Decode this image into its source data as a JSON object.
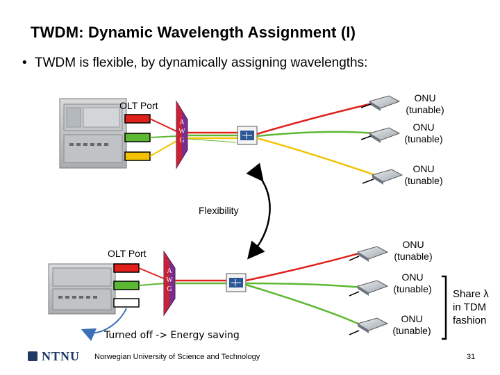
{
  "title": "TWDM: Dynamic Wavelength Assignment (I)",
  "bullet": "TWDM is flexible, by dynamically assigning wavelengths:",
  "top": {
    "olt_label": "OLT Port",
    "awg_letters": [
      "A",
      "W",
      "G"
    ],
    "onu_labels": [
      [
        "ONU",
        "(tunable)"
      ],
      [
        "ONU",
        "(tunable)"
      ],
      [
        "ONU",
        "(tunable)"
      ]
    ]
  },
  "flexibility_label": "Flexibility",
  "bottom": {
    "olt_label": "OLT Port",
    "awg_letters": [
      "A",
      "W",
      "G"
    ],
    "onu_labels": [
      [
        "ONU",
        "(tunable)"
      ],
      [
        "ONU",
        "(tunable)"
      ],
      [
        "ONU",
        "(tunable)"
      ]
    ],
    "turned_off_label": "Turned off -> Energy saving",
    "share_text": [
      "Share λ",
      "in TDM",
      "fashion"
    ]
  },
  "colors": {
    "red": "#e0201b",
    "green": "#5cb832",
    "yellow": "#f2c200",
    "awg": "#7b2d8e",
    "navy": "#1f3864"
  },
  "footer": {
    "logo": "NTNU",
    "university": "Norwegian University of Science and Technology",
    "page": "31"
  }
}
